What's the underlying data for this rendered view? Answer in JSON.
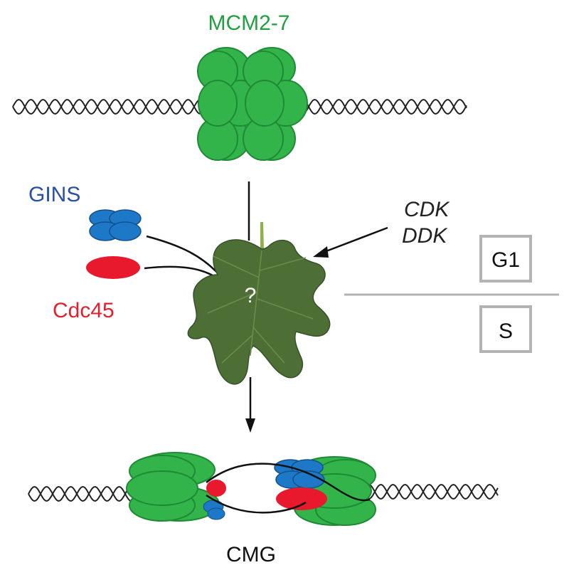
{
  "labels": {
    "mcm": "MCM2-7",
    "gins": "GINS",
    "cdc45": "Cdc45",
    "cdk": "CDK",
    "ddk": "DDK",
    "question": "?",
    "g1": "G1",
    "s": "S",
    "cmg": "CMG"
  },
  "colors": {
    "mcm_fill": "#33b44a",
    "mcm_stroke": "#1f8a35",
    "gins_fill": "#1e78c8",
    "gins_stroke": "#14508a",
    "cdc45_fill": "#e8192c",
    "mcm_label": "#20a040",
    "gins_label": "#2a4fa8",
    "cdc45_label": "#e0202c",
    "leaf": "#4d6e35",
    "leaf_dark": "#36522a",
    "phase_box": "#b3b3b3"
  },
  "icons": {
    "leaf": "fig-leaf-icon"
  }
}
